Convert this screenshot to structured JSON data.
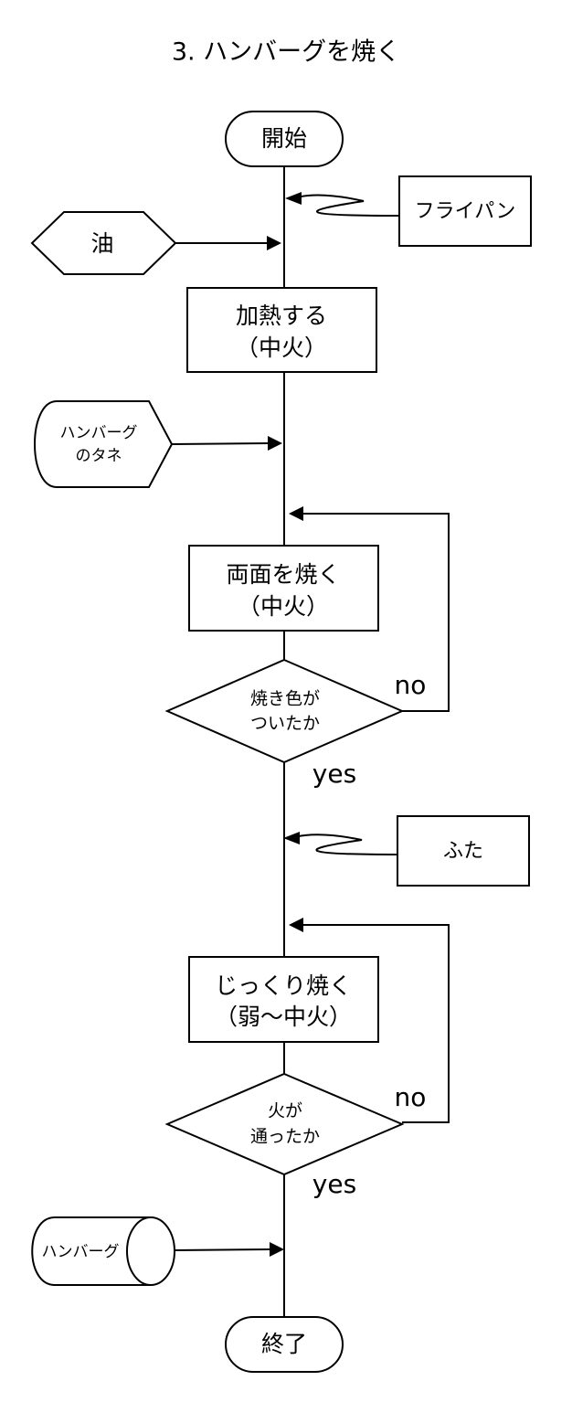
{
  "title": "3. ハンバーグを焼く",
  "nodes": {
    "start": "開始",
    "end": "終了",
    "frypan": "フライパン",
    "oil": "油",
    "heat_line1": "加熱する",
    "heat_line2": "（中火）",
    "patty_line1": "ハンバーグ",
    "patty_line2": "のタネ",
    "sear_line1": "両面を焼く",
    "sear_line2": "（中火）",
    "browned_line1": "焼き色が",
    "browned_line2": "ついたか",
    "lid": "ふた",
    "slow_line1": "じっくり焼く",
    "slow_line2": "（弱～中火）",
    "cooked_line1": "火が",
    "cooked_line2": "通ったか",
    "hamburger": "ハンバーグ"
  },
  "labels": {
    "no": "no",
    "yes": "yes"
  }
}
